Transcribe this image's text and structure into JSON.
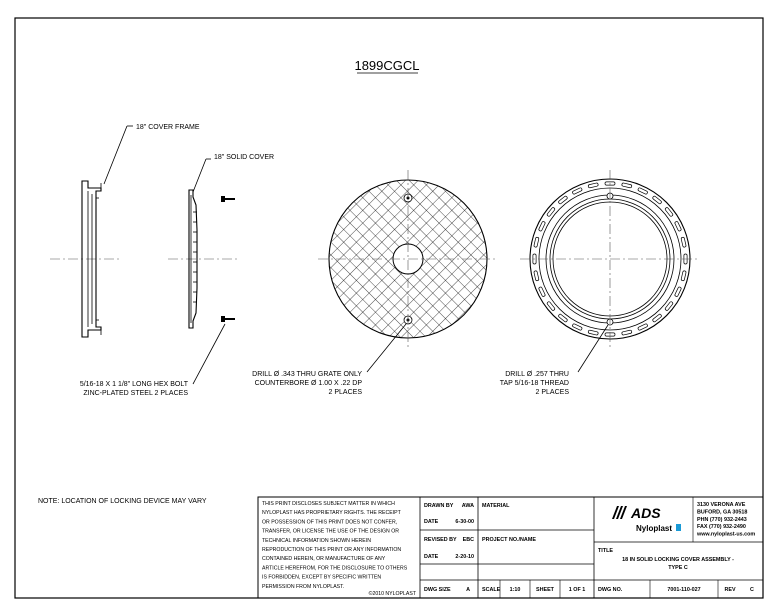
{
  "drawing": {
    "part_number": "1899CGCL",
    "callouts": {
      "frame": "18\" COVER FRAME",
      "cover": "18\" SOLID COVER",
      "bolt_line1": "5/16-18 X 1 1/8\" LONG HEX BOLT",
      "bolt_line2": "ZINC-PLATED STEEL 2 PLACES",
      "grate_drill_line1": "DRILL Ø .343 THRU GRATE ONLY",
      "grate_drill_line2": "COUNTERBORE Ø 1.00 X .22 DP",
      "grate_drill_line3": "2 PLACES",
      "frame_drill_line1": "DRILL Ø .257 THRU",
      "frame_drill_line2": "TAP 5/16-18 THREAD",
      "frame_drill_line3": "2 PLACES"
    },
    "note": "NOTE:  LOCATION OF LOCKING DEVICE MAY VARY"
  },
  "title_block": {
    "disclaimer": [
      "THIS PRINT DISCLOSES SUBJECT MATTER IN WHICH",
      "NYLOPLAST HAS PROPRIETARY RIGHTS. THE RECEIPT",
      "OR POSSESSION OF THIS PRINT DOES NOT CONFER,",
      "TRANSFER, OR LICENSE THE USE OF THE DESIGN OR",
      "TECHNICAL INFORMATION SHOWN HEREIN",
      "REPRODUCTION OF THIS PRINT OR ANY INFORMATION",
      "CONTAINED HEREIN, OR MANUFACTURE OF ANY",
      "ARTICLE HEREFROM, FOR THE DISCLOSURE TO OTHERS",
      "IS FORBIDDEN, EXCEPT BY SPECIFIC WRITTEN",
      "PERMISSION FROM NYLOPLAST."
    ],
    "copyright": "©2010 NYLOPLAST",
    "drawn_by_label": "DRAWN BY",
    "drawn_by": "AWA",
    "date_label": "DATE",
    "drawn_date": "6-30-00",
    "revised_by_label": "REVISED BY",
    "revised_by": "EBC",
    "revised_date": "2-20-10",
    "dwg_size_label": "DWG SIZE",
    "dwg_size": "A",
    "material_label": "MATERIAL",
    "project_label": "PROJECT NO./NAME",
    "scale_label": "SCALE",
    "scale": "1:10",
    "sheet_label": "SHEET",
    "sheet": "1 OF 1",
    "title_label": "TITLE",
    "title_line1": "18 IN SOLID LOCKING COVER ASSEMBLY -",
    "title_line2": "TYPE C",
    "dwg_no_label": "DWG NO.",
    "dwg_no": "7001-110-027",
    "rev_label": "REV",
    "rev": "C",
    "logo_ads": "ADS",
    "logo_nyloplast": "Nyloplast",
    "address": [
      "3130 VERONA AVE",
      "BUFORD, GA 30518",
      "PHN (770) 932-2443",
      "FAX (770) 932-2490",
      "www.nyloplast-us.com"
    ],
    "brand_color": "#1a9ad6"
  }
}
